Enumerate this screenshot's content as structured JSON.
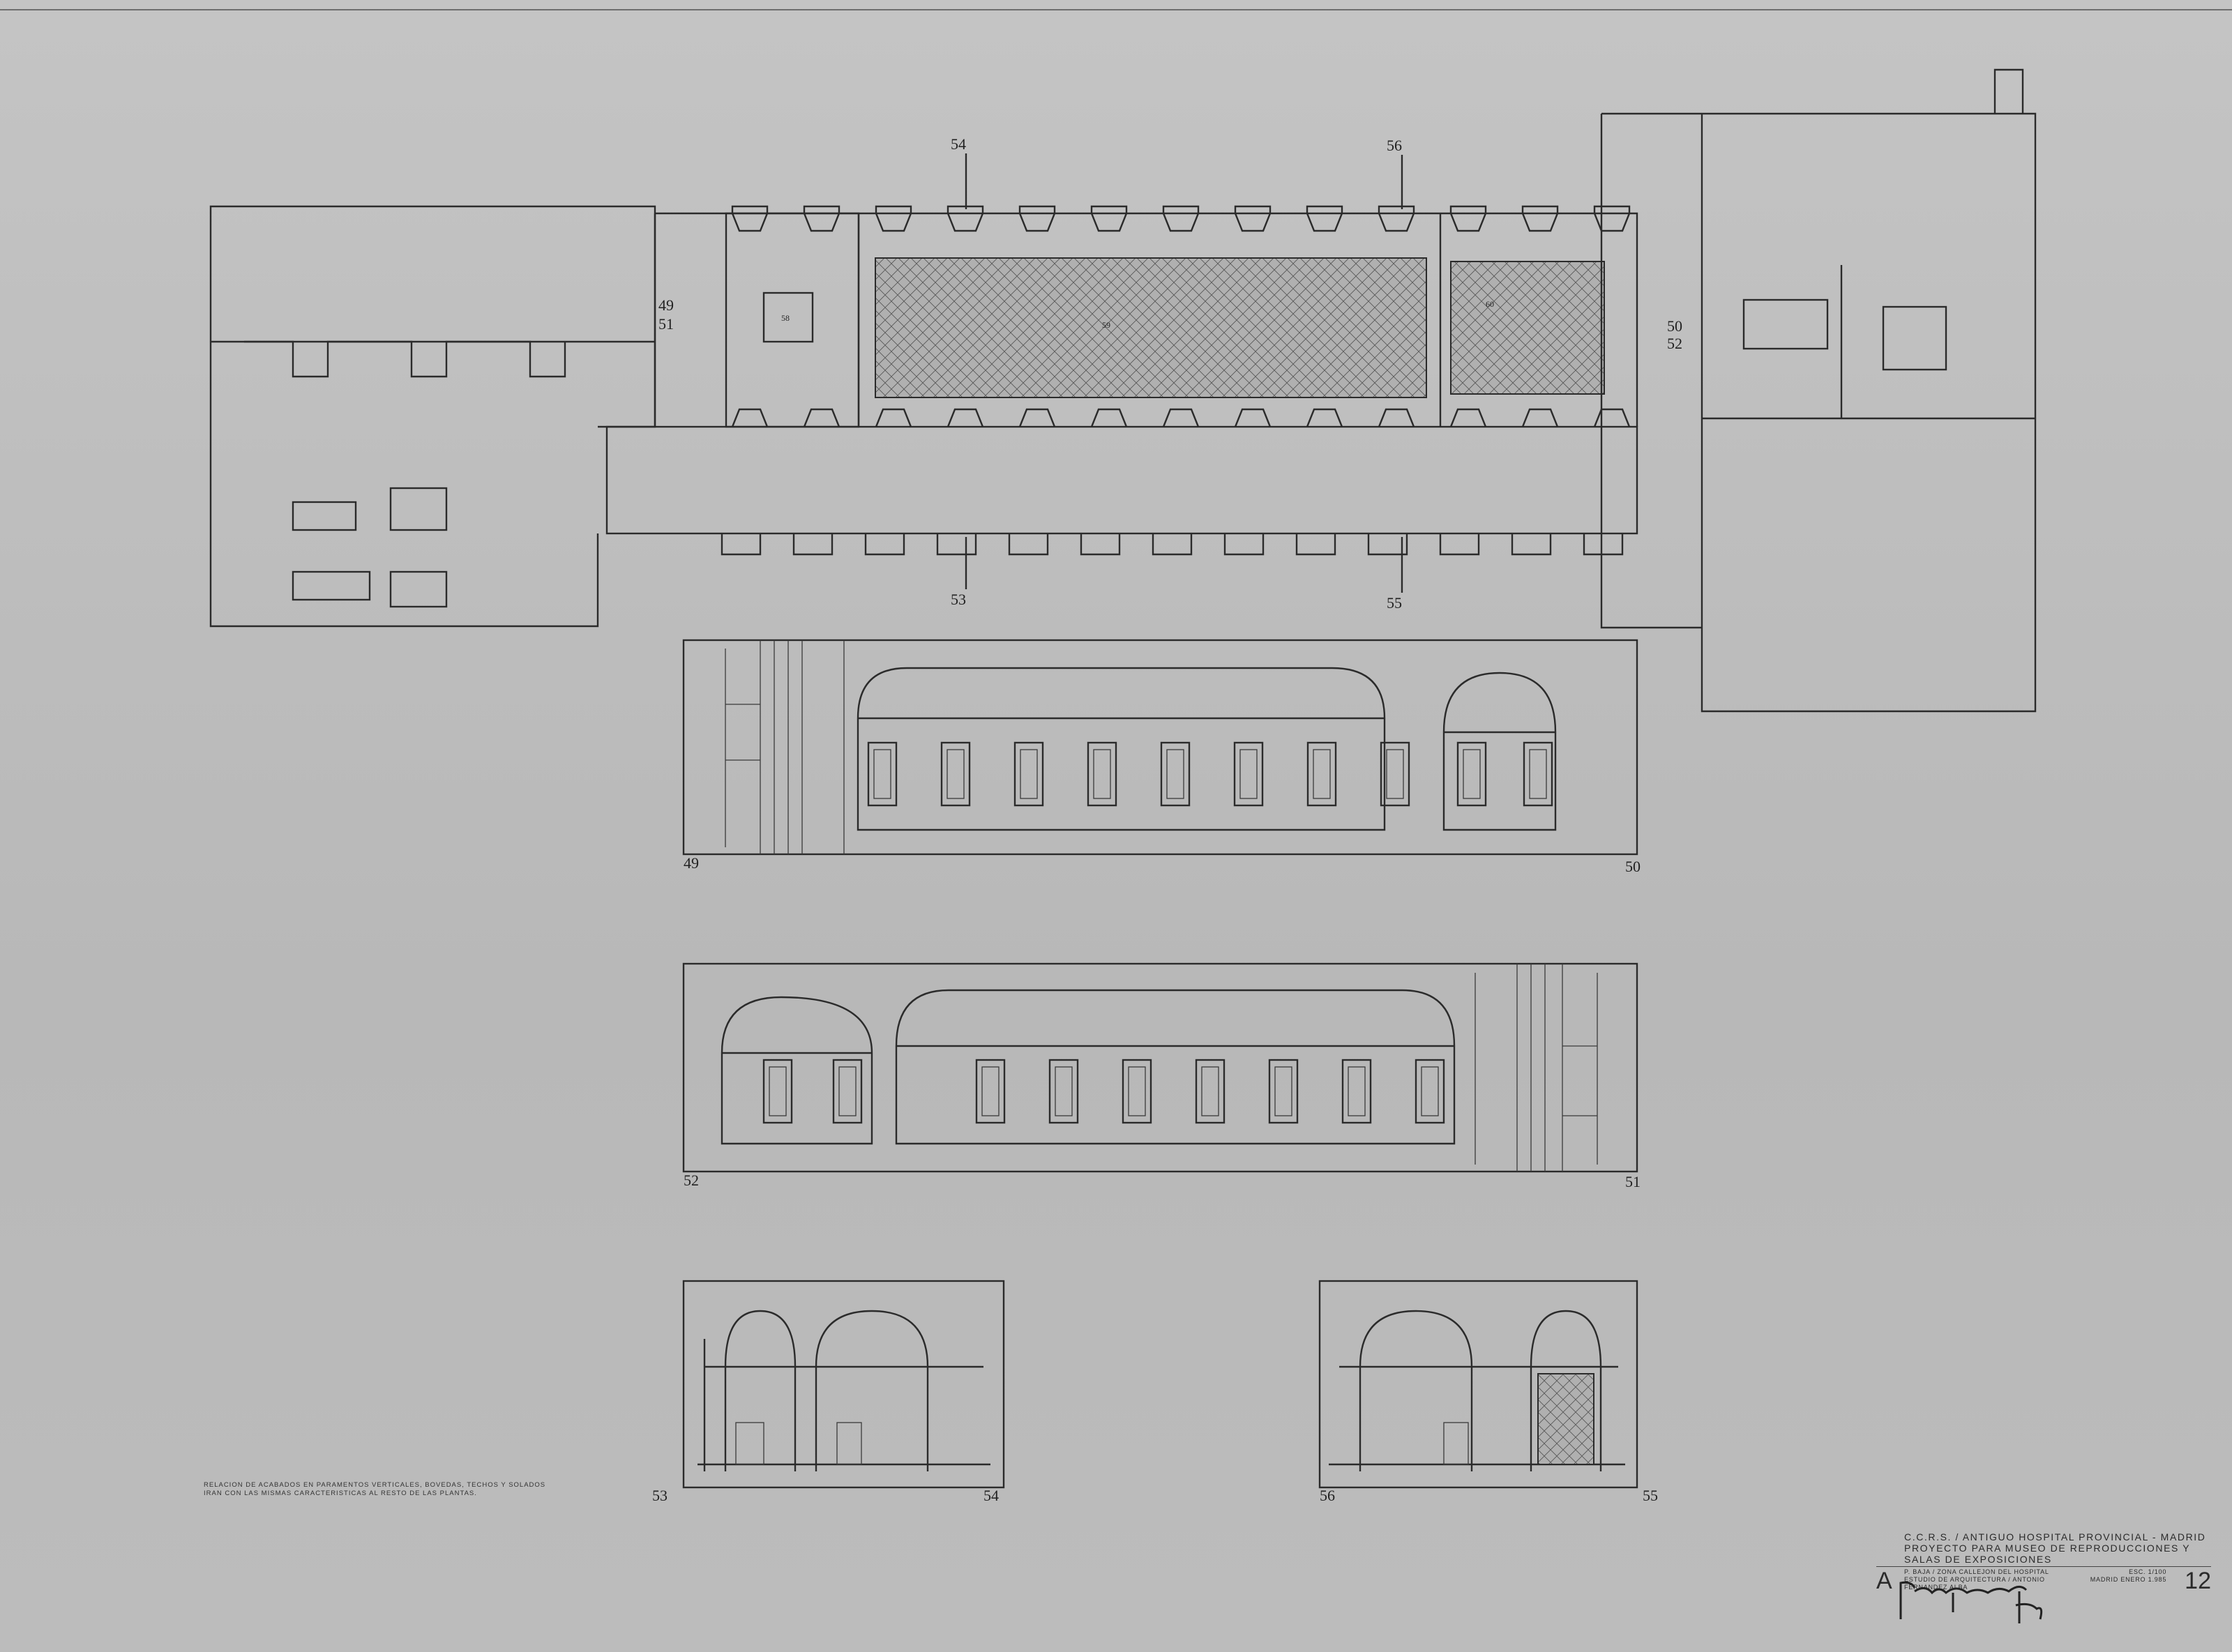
{
  "plan": {
    "section_marks": [
      "54",
      "56",
      "53",
      "55",
      "49",
      "51",
      "50",
      "52"
    ],
    "room_tags": [
      "58",
      "59",
      "60"
    ]
  },
  "elevations": [
    {
      "left_label": "49",
      "right_label": "50"
    },
    {
      "left_label": "52",
      "right_label": "51"
    }
  ],
  "sections": [
    {
      "left_label": "53",
      "right_label": "54"
    },
    {
      "left_label": "56",
      "right_label": "55"
    }
  ],
  "note": {
    "line1": "RELACION DE ACABADOS EN PARAMENTOS VERTICALES, BOVEDAS, TECHOS Y SOLADOS",
    "line2": "IRAN CON LAS MISMAS CARACTERISTICAS AL RESTO DE LAS PLANTAS."
  },
  "title_block": {
    "line1": "C.C.R.S.   /   ANTIGUO HOSPITAL PROVINCIAL - MADRID",
    "line2": "PROYECTO PARA MUSEO DE REPRODUCCIONES Y SALAS DE EXPOSICIONES",
    "series": "A",
    "plan_name": "P. BAJA / ZONA CALLEJON DEL HOSPITAL",
    "studio": "ESTUDIO DE ARQUITECTURA / ANTONIO FERNANDEZ ALBA",
    "scale": "ESC.  1/100",
    "date": "MADRID  ENERO  1.985",
    "sheet_number": "12"
  }
}
